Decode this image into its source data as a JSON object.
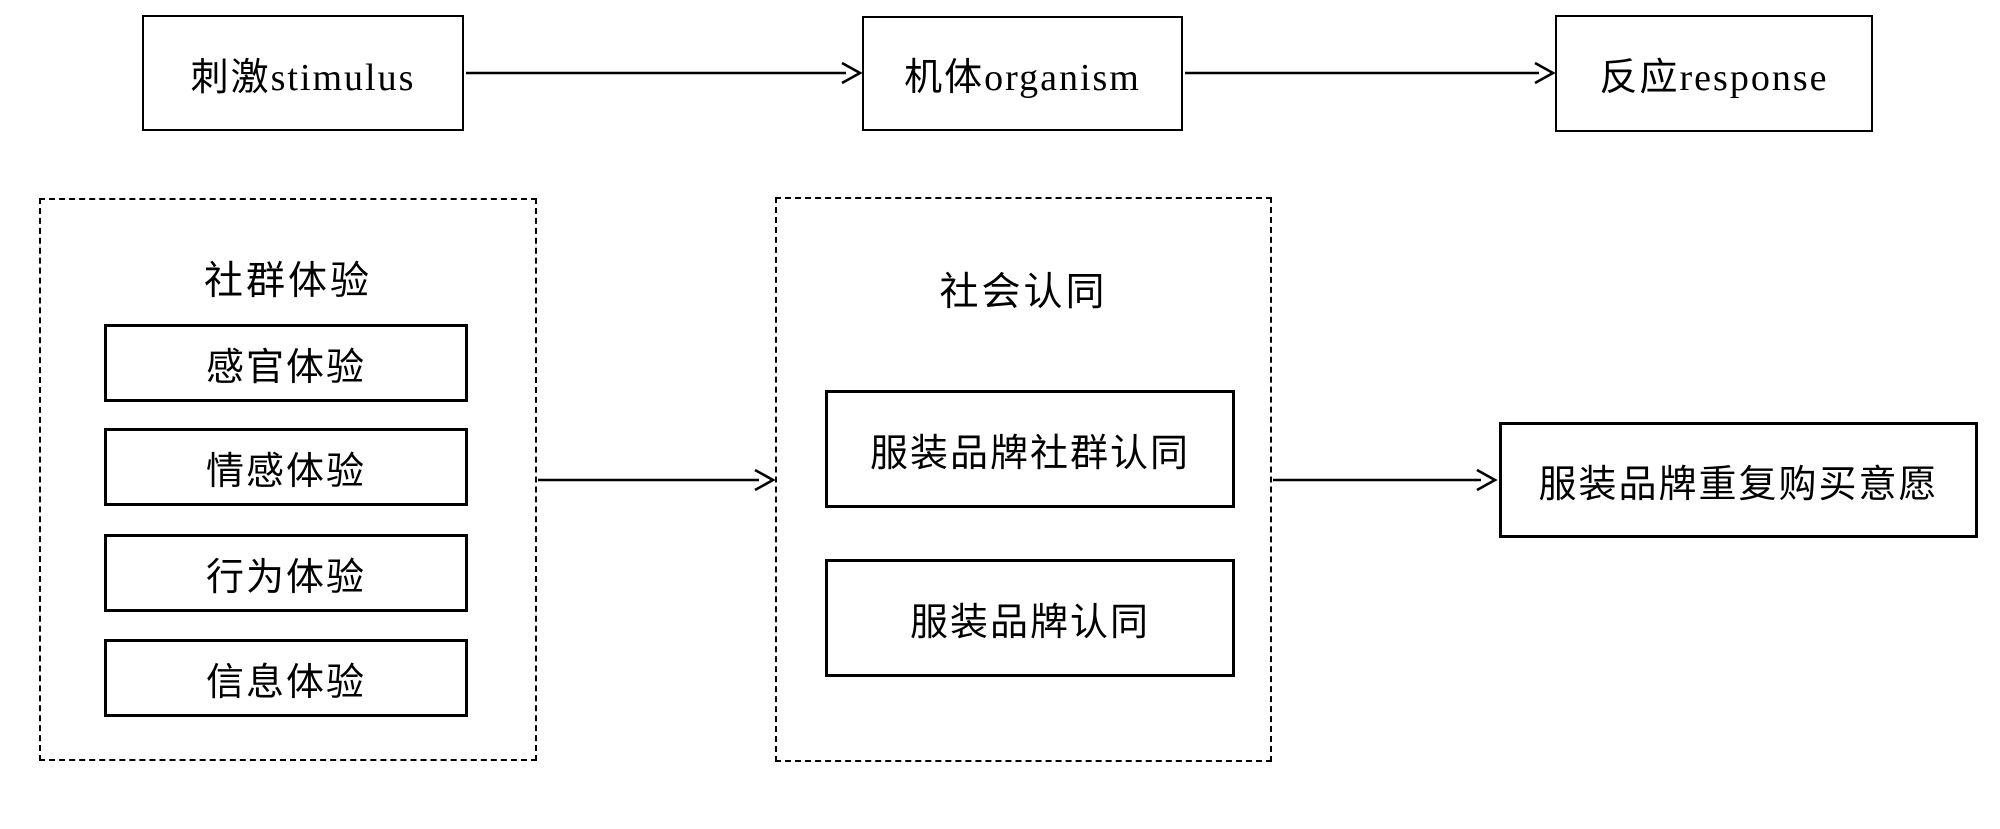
{
  "figure": {
    "background_color": "#ffffff",
    "line_color": "#000000"
  },
  "top_flow": {
    "stimulus_label": "刺激stimulus",
    "organism_label": "机体organism",
    "response_label": "反应response"
  },
  "community_experience_group": {
    "title": "社群体验",
    "items": [
      "感官体验",
      "情感体验",
      "行为体验",
      "信息体验"
    ]
  },
  "social_identity_group": {
    "title": "社会认同",
    "items": [
      "服装品牌社群认同",
      "服装品牌认同"
    ]
  },
  "outcome_box": {
    "label": "服装品牌重复购买意愿"
  }
}
